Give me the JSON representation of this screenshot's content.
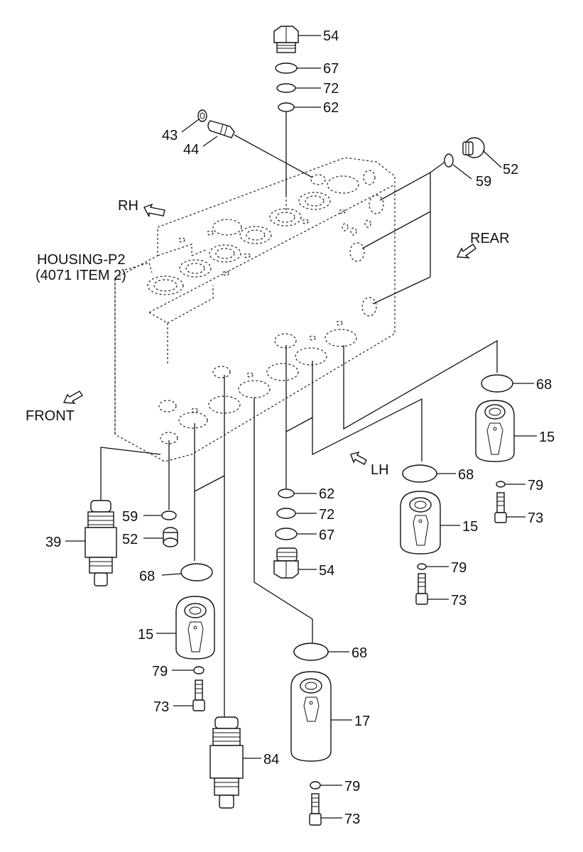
{
  "labels": {
    "housing_line1": "HOUSING-P2",
    "housing_line2": "(4071 ITEM 2)",
    "rh": "RH",
    "rear": "REAR",
    "front": "FRONT",
    "lh": "LH"
  },
  "parts": {
    "p54_top": "54",
    "p67_top": "67",
    "p72_top": "72",
    "p62_top": "62",
    "p43": "43",
    "p44": "44",
    "p52_top": "52",
    "p59_top": "59",
    "p68_right": "68",
    "p15_right": "15",
    "p79_right": "79",
    "p73_right": "73",
    "p68_mid": "68",
    "p15_mid": "15",
    "p79_mid": "79",
    "p73_mid": "73",
    "p62_bot": "62",
    "p72_bot": "72",
    "p67_bot": "67",
    "p54_bot": "54",
    "p59_bot": "59",
    "p52_bot": "52",
    "p39": "39",
    "p68_left": "68",
    "p15_left": "15",
    "p79_left": "79",
    "p73_left": "73",
    "p68_low": "68",
    "p17": "17",
    "p79_low": "79",
    "p73_low": "73",
    "p84": "84"
  }
}
